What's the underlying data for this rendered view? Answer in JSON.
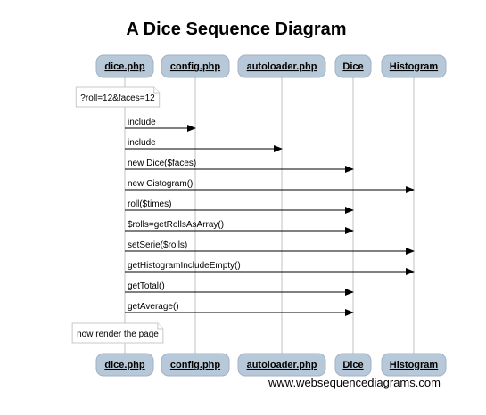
{
  "diagram": {
    "title": "A Dice Sequence Diagram",
    "watermark": "www.websequencediagrams.com"
  },
  "participants": [
    {
      "id": "dice_php",
      "label": "dice.php"
    },
    {
      "id": "config_php",
      "label": "config.php"
    },
    {
      "id": "autoloader_php",
      "label": "autoloader.php"
    },
    {
      "id": "dice",
      "label": "Dice"
    },
    {
      "id": "histogram",
      "label": "Histogram"
    }
  ],
  "steps": [
    {
      "kind": "note",
      "over": "dice_php",
      "text": "?roll=12&faces=12"
    },
    {
      "kind": "message",
      "from": "dice_php",
      "to": "config_php",
      "text": "include"
    },
    {
      "kind": "message",
      "from": "dice_php",
      "to": "autoloader_php",
      "text": "include"
    },
    {
      "kind": "message",
      "from": "dice_php",
      "to": "dice",
      "text": "new Dice($faces)"
    },
    {
      "kind": "message",
      "from": "dice_php",
      "to": "histogram",
      "text": "new Cistogram()"
    },
    {
      "kind": "message",
      "from": "dice_php",
      "to": "dice",
      "text": "roll($times)"
    },
    {
      "kind": "message",
      "from": "dice_php",
      "to": "dice",
      "text": "$rolls=getRollsAsArray()"
    },
    {
      "kind": "message",
      "from": "dice_php",
      "to": "histogram",
      "text": "setSerie($rolls)"
    },
    {
      "kind": "message",
      "from": "dice_php",
      "to": "histogram",
      "text": "getHistogramIncludeEmpty()"
    },
    {
      "kind": "message",
      "from": "dice_php",
      "to": "dice",
      "text": "getTotal()"
    },
    {
      "kind": "message",
      "from": "dice_php",
      "to": "dice",
      "text": "getAverage()"
    },
    {
      "kind": "note",
      "over": "dice_php",
      "text": "now render the page"
    }
  ]
}
